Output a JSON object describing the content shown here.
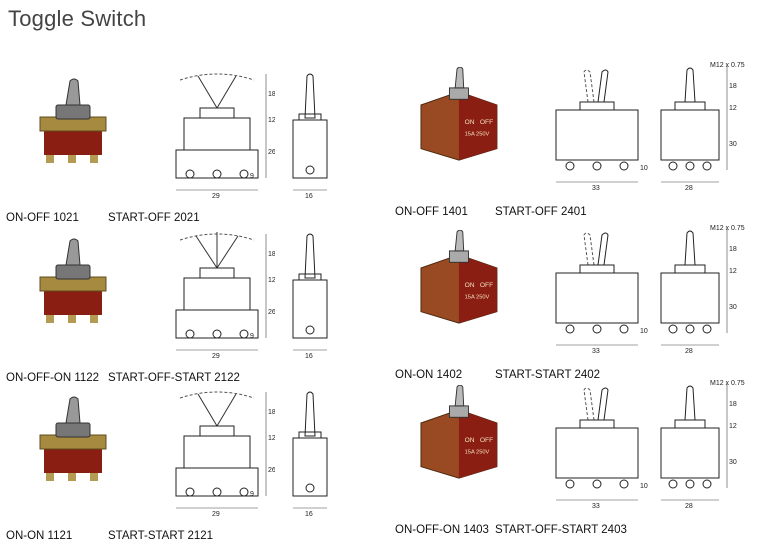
{
  "title": "Toggle Switch",
  "left_column": [
    {
      "caption_a": "ON-OFF 1021",
      "caption_b": "START-OFF 2021",
      "positions": 2
    },
    {
      "caption_a": "ON-OFF-ON 1122",
      "caption_b": "START-OFF-START 2122",
      "positions": 3
    },
    {
      "caption_a": "ON-ON 1121",
      "caption_b": "START-START 2121",
      "positions": 2
    }
  ],
  "right_column": [
    {
      "caption_a": "ON-OFF 1401",
      "caption_b": "START-OFF 2401",
      "thread": "M12 x 0.75"
    },
    {
      "caption_a": "ON-ON 1402",
      "caption_b": "START-START 2402",
      "thread": "M12 x 0.75"
    },
    {
      "caption_a": "ON-OFF-ON 1403",
      "caption_b": "START-OFF-START 2403",
      "thread": "M12 x 0.75"
    }
  ],
  "dims_left": {
    "a": "18",
    "b": "12",
    "c": "26",
    "d": "9",
    "w": "29",
    "side": "16"
  },
  "dims_right": {
    "h": "18",
    "t": "12",
    "body": "30",
    "term": "10",
    "w": "33",
    "side": "28"
  },
  "photo_text": {
    "a": "ON",
    "b": "OFF",
    "c": "15A 250V"
  },
  "colors": {
    "body": "#8b1e12",
    "metal": "#b59a52",
    "steel": "#9a9a9a"
  }
}
